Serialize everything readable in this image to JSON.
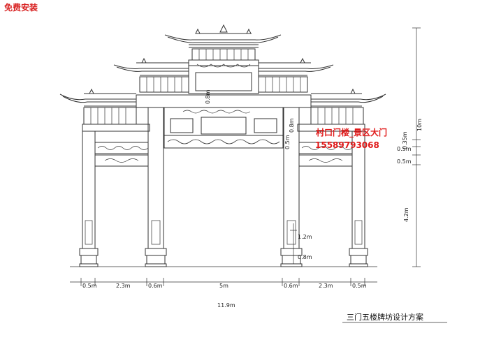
{
  "watermark": "免费安装",
  "contact_overlay": {
    "slogan": "村口门楼_景区大门",
    "phone": "15589793068",
    "text_color": "#e01818"
  },
  "drawing": {
    "caption": "三门五楼牌坊设计方案",
    "line_color": "#333333",
    "horizontal_dims": [
      "0.5m",
      "2.3m",
      "0.6m",
      "5m",
      "0.6m",
      "2.3m",
      "0.5m"
    ],
    "overall_width": "11.9m",
    "vertical_dims_right": [
      "10m",
      "0.35m",
      "0.5m",
      "0.5m",
      "4.2m"
    ],
    "inner_dims": [
      "0.8m",
      "0.8m",
      "0.5m",
      "1.2m",
      "0.8m"
    ]
  }
}
